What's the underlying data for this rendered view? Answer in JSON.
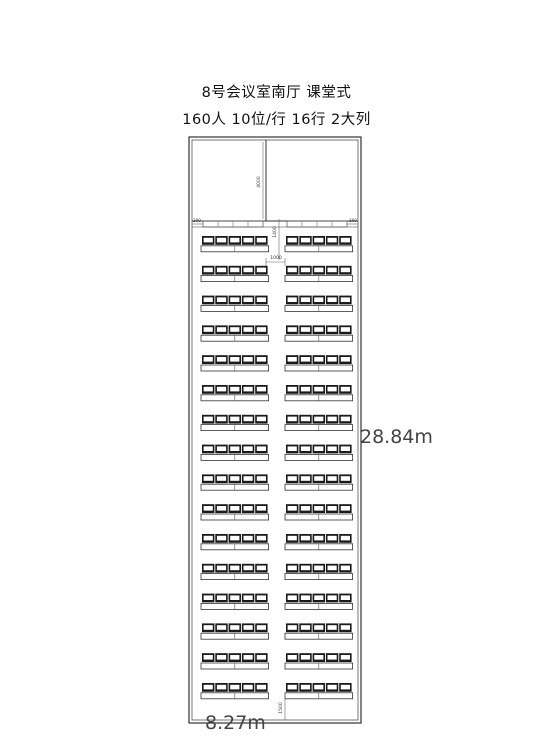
{
  "header": {
    "watermark": "",
    "title": "8号会议室南厅 课堂式",
    "subtitle": "160人 10位/行 16行 2大列"
  },
  "layout_info": {
    "seats_per_table": 5,
    "tables_per_row": 2,
    "rows": 16
  },
  "dimensions": {
    "length": "28.84m",
    "width": "8.27m",
    "stage_depth": "4000",
    "gap_1400": "1400",
    "aisle_1000": "1000",
    "bottom_1500": "1500",
    "side_left": "300",
    "side_right": "300"
  }
}
